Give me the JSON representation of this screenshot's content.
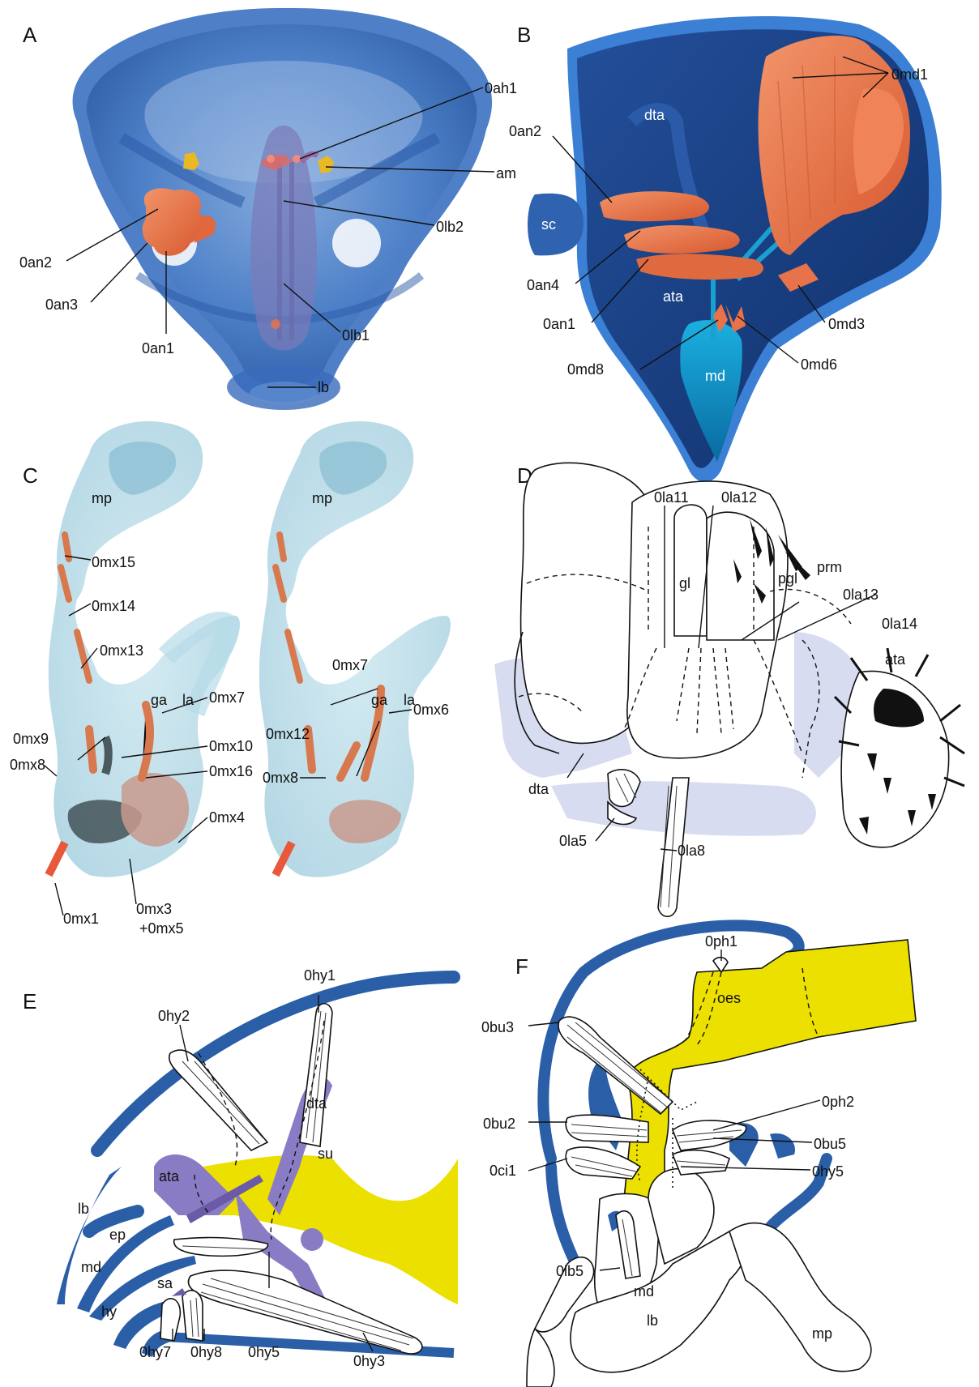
{
  "panels": {
    "A": {
      "letter": "A",
      "labels": {
        "Oah1": "0ah1",
        "am": "am",
        "Oan2": "0an2",
        "Olb2": "0lb2",
        "Oan3": "0an3",
        "Oan1": "0an1",
        "Olb1": "0lb1",
        "lb": "lb"
      }
    },
    "B": {
      "letter": "B",
      "labels": {
        "Omd1": "0md1",
        "dta": "dta",
        "Oan2": "0an2",
        "sc": "sc",
        "Oan4": "0an4",
        "ata": "ata",
        "Oan1": "0an1",
        "Omd3": "0md3",
        "Omd8": "0md8",
        "Omd6": "0md6",
        "md": "md"
      }
    },
    "C": {
      "letter": "C",
      "labels": {
        "mp_l": "mp",
        "mp_r": "mp",
        "Omx15": "0mx15",
        "Omx14": "0mx14",
        "Omx13": "0mx13",
        "ga_l": "ga",
        "la_l": "la",
        "Omx7_l": "0mx7",
        "Omx9": "0mx9",
        "Omx10": "0mx10",
        "Omx8_l": "0mx8",
        "Omx16": "0mx16",
        "Omx4": "0mx4",
        "Omx1": "0mx1",
        "Omx3": "0mx3",
        "Omx5": "+0mx5",
        "Omx7_r": "0mx7",
        "ga_r": "ga",
        "la_r": "la",
        "Omx12": "0mx12",
        "Omx6": "0mx6",
        "Omx8_r": "0mx8"
      }
    },
    "D": {
      "letter": "D",
      "labels": {
        "Ola11": "0la11",
        "Ola12": "0la12",
        "gl": "gl",
        "pgl": "pgl",
        "prm": "prm",
        "Ola13": "0la13",
        "Ola14": "0la14",
        "ata": "ata",
        "dta": "dta",
        "Ola5": "0la5",
        "Ola8": "0la8"
      }
    },
    "E": {
      "letter": "E",
      "labels": {
        "Ohy1": "0hy1",
        "Ohy2": "0hy2",
        "dta": "dta",
        "su": "su",
        "ata": "ata",
        "lb": "lb",
        "ep": "ep",
        "md": "md",
        "sa": "sa",
        "hy": "hy",
        "Ohy7": "0hy7",
        "Ohy8": "0hy8",
        "Ohy5": "0hy5",
        "Ohy3": "0hy3"
      }
    },
    "F": {
      "letter": "F",
      "labels": {
        "Oph1": "0ph1",
        "oes": "oes",
        "Obu3": "0bu3",
        "Oph2": "0ph2",
        "Obu2": "0bu2",
        "Obu5": "0bu5",
        "Oci1": "0ci1",
        "Ohy5": "0hy5",
        "Olb5": "0lb5",
        "md": "md",
        "lb": "lb",
        "mp": "mp"
      }
    }
  },
  "colors": {
    "cuticle_blue": "#2a5fa8",
    "head_blue_transparent": "#3a70c0",
    "muscle_orange": "#e8734a",
    "tendon_cyan": "#1aa0d0",
    "pharynx_yellow": "#ece000",
    "tentorium_purple": "#8a7cc4",
    "maxilla_lightblue": "#a8d4e4",
    "apodeme_dark": "#4a5a60",
    "panel_bg": "#ffffff"
  }
}
